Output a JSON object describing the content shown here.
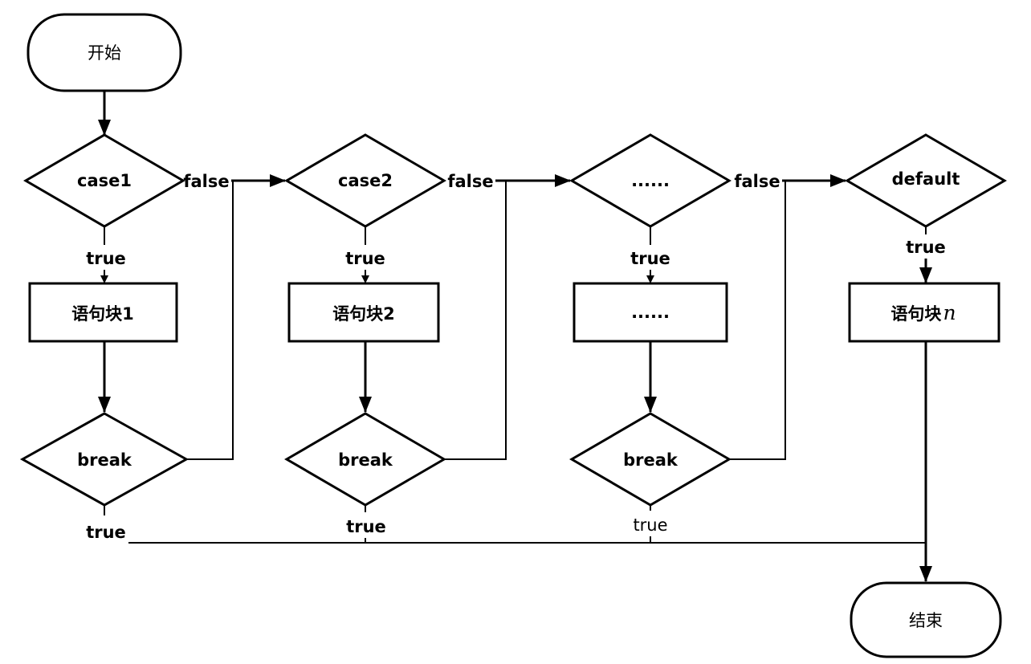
{
  "flowchart": {
    "start": "开始",
    "end": "结束",
    "decisions": {
      "case1": "case1",
      "case2": "case2",
      "case_more": "......",
      "default": "default"
    },
    "blocks": {
      "block1": "语句块1",
      "block2": "语句块2",
      "block_more": "......",
      "blockn_prefix": "语句块",
      "blockn_var": "n"
    },
    "breaks": {
      "break1": "break",
      "break2": "break",
      "break3": "break"
    },
    "edge_labels": {
      "false": "false",
      "true": "true"
    }
  }
}
